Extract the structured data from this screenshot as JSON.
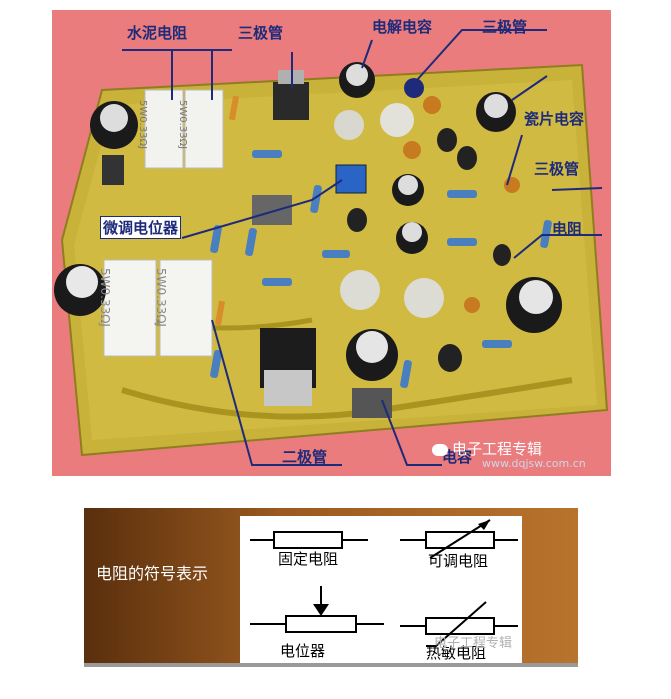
{
  "photo": {
    "callouts": {
      "cement_resistor": "水泥电阻",
      "triode_1": "三极管",
      "electrolytic_cap": "电解电容",
      "triode_2": "三极管",
      "ceramic_cap": "瓷片电容",
      "triode_3": "三极管",
      "resistor": "电阻",
      "trim_pot": "微调电位器",
      "diode": "二极管",
      "cap_partial": "电容"
    },
    "resistor_markings": [
      "5W0.33ΩJ",
      "5W0.33ΩJ",
      "5W0.33ΩJ",
      "5W0.33ΩJ"
    ],
    "watermark": "电子工程专辑",
    "watermark_url": "www.dqjsw.com.cn"
  },
  "symbols": {
    "title": "电阻的符号表示",
    "fixed_resistor": "固定电阻",
    "variable_resistor": "可调电阻",
    "potentiometer": "电位器",
    "thermistor": "热敏电阻",
    "watermark": "电子工程专辑"
  }
}
